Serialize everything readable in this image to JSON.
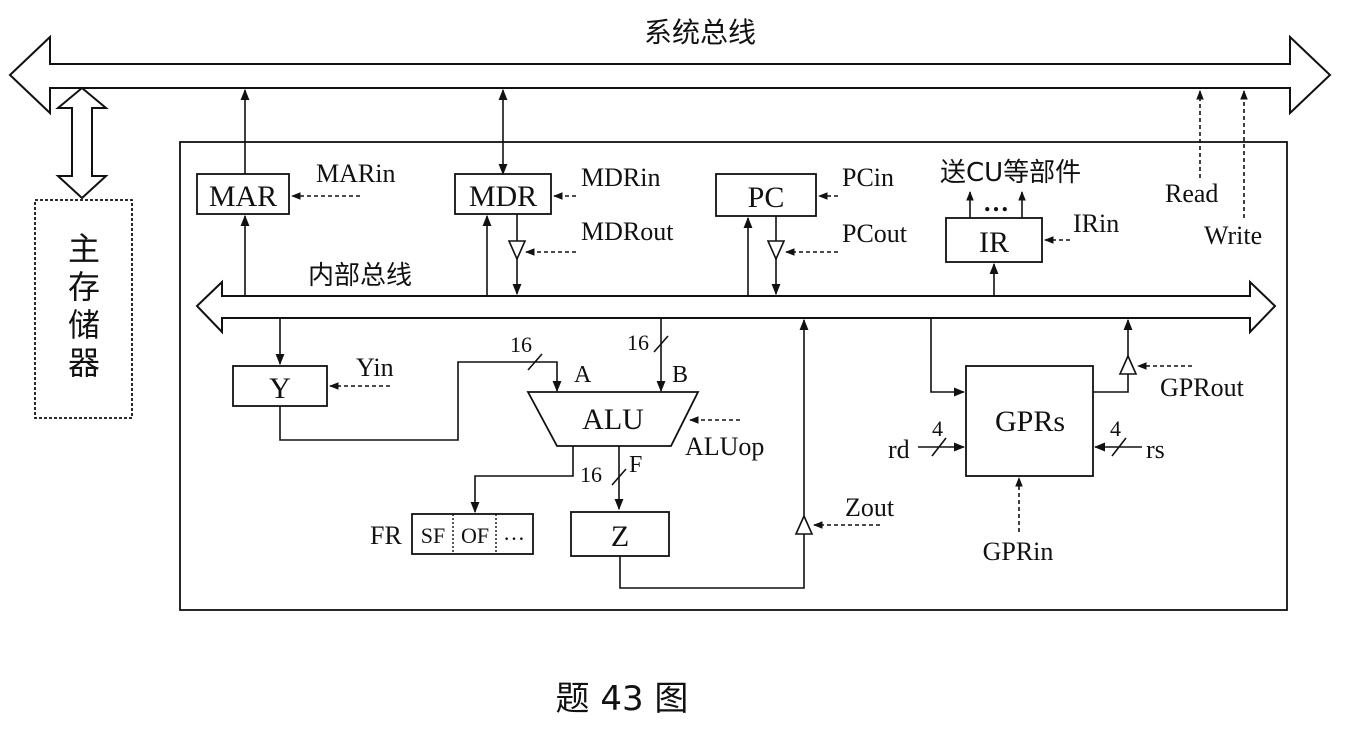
{
  "title": {
    "system_bus": "系统总线",
    "internal_bus": "内部总线",
    "caption": "题 43 图"
  },
  "memory": {
    "label_chars": [
      "主",
      "存",
      "储",
      "器"
    ]
  },
  "registers": {
    "mar": "MAR",
    "mdr": "MDR",
    "pc": "PC",
    "ir": "IR",
    "y": "Y",
    "z": "Z",
    "gprs": "GPRs",
    "alu": "ALU"
  },
  "signals": {
    "mar_in": "MARin",
    "mdr_in": "MDRin",
    "mdr_out": "MDRout",
    "pc_in": "PCin",
    "pc_out": "PCout",
    "ir_in": "IRin",
    "y_in": "Yin",
    "alu_op": "ALUop",
    "z_out": "Zout",
    "gpr_out": "GPRout",
    "gpr_in": "GPRin",
    "read": "Read",
    "write": "Write",
    "to_cu": "送CU等部件",
    "ellipsis": "…",
    "rd": "rd",
    "rs": "rs"
  },
  "widths": {
    "a": "16",
    "b": "16",
    "f": "16",
    "rd": "4",
    "rs": "4"
  },
  "ports": {
    "a": "A",
    "b": "B",
    "f": "F"
  },
  "flags": {
    "label": "FR",
    "cells": [
      "SF",
      "OF",
      "…"
    ]
  }
}
